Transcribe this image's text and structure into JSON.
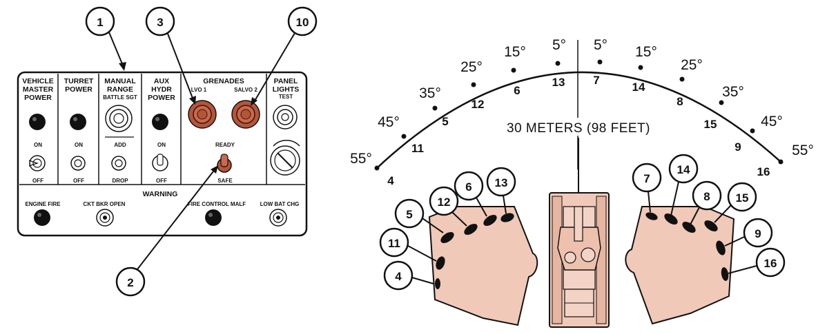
{
  "panel": {
    "vehicle_master_power": [
      "VEHICLE",
      "MASTER",
      "POWER"
    ],
    "turret_power": [
      "TURRET",
      "POWER"
    ],
    "manual_range": [
      "MANUAL",
      "RANGE"
    ],
    "battle_sght": "BATTLE SGT",
    "aux_hydr_power": [
      "AUX",
      "HYDR",
      "POWER"
    ],
    "grenades": "GRENADES",
    "salvo1": "LVO 1",
    "salvo2": "SALVO 2",
    "panel_lights": [
      "PANEL",
      "LIGHTS"
    ],
    "test": "TEST",
    "on": "ON",
    "off": "OFF",
    "add": "ADD",
    "drop": "DROP",
    "ready": "READY",
    "safe": "SAFE",
    "warning": "WARNING",
    "engine_fire": "ENGINE FIRE",
    "ckt_bkr_open": "CKT BKR OPEN",
    "fire_control_malf": "FIRE CONTROL MALF",
    "low_bat_chg": "LOW BAT CHG"
  },
  "panel_callouts": [
    "1",
    "3",
    "10",
    "2"
  ],
  "arc": {
    "degrees_left": [
      "55°",
      "45°",
      "35°",
      "25°",
      "15°",
      "5°"
    ],
    "degrees_right": [
      "5°",
      "15°",
      "25°",
      "35°",
      "45°",
      "55°"
    ],
    "numbers_left": [
      "4",
      "11",
      "5",
      "12",
      "6",
      "13"
    ],
    "numbers_right": [
      "7",
      "14",
      "8",
      "15",
      "9",
      "16"
    ],
    "distance_label": "30 METERS (98 FEET)"
  },
  "left_launcher_callouts": [
    "4",
    "11",
    "5",
    "12",
    "6",
    "13"
  ],
  "right_launcher_callouts": [
    "7",
    "14",
    "8",
    "15",
    "9",
    "16"
  ],
  "colors": {
    "launcher_fill": "#f0c9b8",
    "grenade_button": "#b4553a",
    "line": "#111111"
  }
}
